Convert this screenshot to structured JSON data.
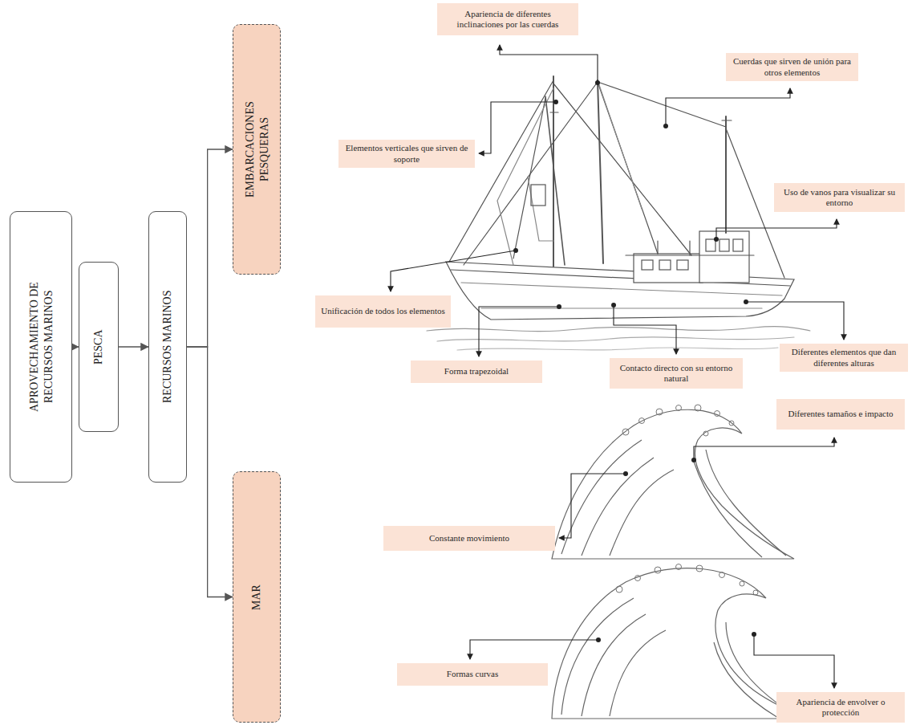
{
  "diagram": {
    "nodes": [
      {
        "text": [
          "APROVECHAMIENTO DE RECURSOS MARINOS"
        ]
      },
      {
        "text": [
          "PESCA"
        ]
      },
      {
        "text": [
          "RECURSOS MARINOS"
        ]
      },
      {
        "text": [
          "EMBARCACIONES PESQUERAS"
        ]
      },
      {
        "text": [
          "MAR"
        ]
      },
      {
        "text": [
          "Apariencia de diferentes inclinaciones por las cuerdas"
        ]
      },
      {
        "text": [
          "Cuerdas que sirven de unión para otros elementos"
        ]
      },
      {
        "text": [
          "Elementos verticales que sirven de soporte"
        ]
      },
      {
        "text": [
          "Uso de vanos para visualizar su entorno"
        ]
      },
      {
        "text": [
          "Unificación de todos los elementos"
        ]
      },
      {
        "text": [
          "Diferentes elementos que dan diferentes alturas"
        ]
      },
      {
        "text": [
          "Forma trapezoidal"
        ]
      },
      {
        "text": [
          "Contacto directo con su entorno natural"
        ]
      },
      {
        "text": [
          "Diferentes tamaños e impacto"
        ]
      },
      {
        "text": [
          "Constante movimiento"
        ]
      },
      {
        "text": [
          "Formas curvas"
        ]
      },
      {
        "text": [
          "Apariencia de envolver o protección"
        ]
      }
    ],
    "edges": [
      {
        "from": 0,
        "to": 1,
        "arrow": "to"
      },
      {
        "from": 1,
        "to": 2,
        "arrow": "to"
      },
      {
        "from": 2,
        "to": 3,
        "arrow": "to"
      },
      {
        "from": 2,
        "to": 4,
        "arrow": "to"
      }
    ]
  }
}
